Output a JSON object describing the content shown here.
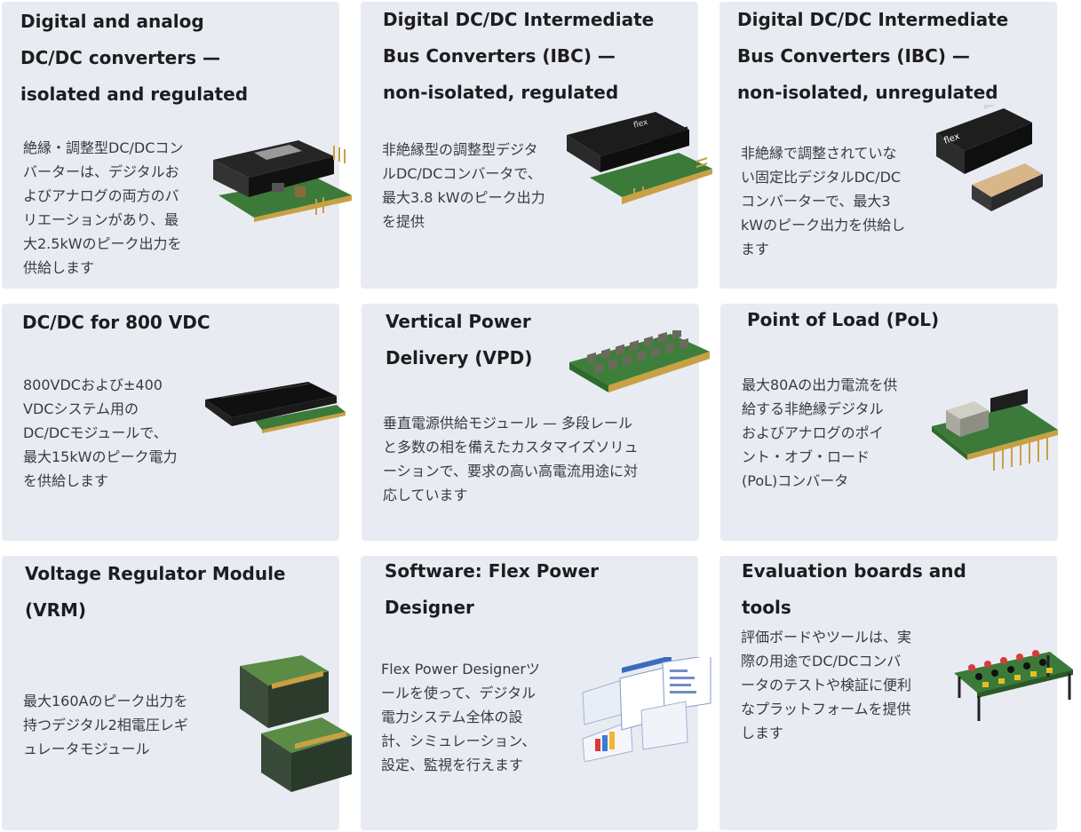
{
  "colors": {
    "card_bg": "#e9ebf2",
    "title_text": "#1d1d1f",
    "body_text": "#3a3a3e",
    "pcb_green": "#3c7a3a",
    "module_black": "#1c1c1c"
  },
  "cards": [
    {
      "title": "Digital and analog\nDC/DC converters —\nisolated and regulated",
      "description": "絶縁・調整型DC/DCコン\nバーターは、デジタルお\nよびアナログの両方のバ\nリエーションがあり、最\n大2.5kWのピーク出力を\n供給します",
      "image_icon": "dcdc-converter-module-image"
    },
    {
      "title": "Digital DC/DC Intermediate\nBus Converters (IBC) —\nnon-isolated, regulated",
      "description": "非絶縁型の調整型デジタ\nルDC/DCコンバータで、\n最大3.8 kWのピーク出力\nを提供",
      "image_icon": "ibc-regulated-module-image"
    },
    {
      "title": "Digital DC/DC Intermediate\nBus Converters (IBC) —\nnon-isolated, unregulated",
      "description": "非絶縁で調整されていな\nい固定比デジタルDC/DC\nコンバーターで、最大3\nkWのピーク出力を供給し\nます",
      "image_icon": "ibc-unregulated-module-image"
    },
    {
      "title": "DC/DC for 800 VDC",
      "description": "800VDCおよび±400\nVDCシステム用の\nDC/DCモジュールで、\n最大15kWのピーク電力\nを供給します",
      "image_icon": "800vdc-module-image"
    },
    {
      "title": "Vertical Power\nDelivery (VPD)",
      "description": "垂直電源供給モジュール — 多段レール\nと多数の相を備えたカスタマイズソリュ\nーションで、要求の高い高電流用途に対\n応しています",
      "image_icon": "vpd-module-image"
    },
    {
      "title": "Point of Load (PoL)",
      "description": "最大80Aの出力電流を供\n給する非絶縁デジタル\nおよびアナログのポイ\nント・オブ・ロード\n(PoL)コンバータ",
      "image_icon": "pol-converter-image"
    },
    {
      "title": "Voltage Regulator Module\n(VRM)",
      "description": "最大160Aのピーク出力を\n持つデジタル2相電圧レギ\nュレータモジュール",
      "image_icon": "vrm-module-image"
    },
    {
      "title": "Software: Flex Power\nDesigner",
      "description": "Flex Power Designerツ\nールを使って、デジタル\n電力システム全体の設\n計、シミュレーション、\n設定、監視を行えます",
      "image_icon": "software-screens-image"
    },
    {
      "title": "Evaluation boards and\ntools",
      "description": "評価ボードやツールは、実\n際の用途でDC/DCコンバ\nータのテストや検証に便利\nなプラットフォームを提供\nします",
      "image_icon": "evaluation-board-image"
    }
  ]
}
